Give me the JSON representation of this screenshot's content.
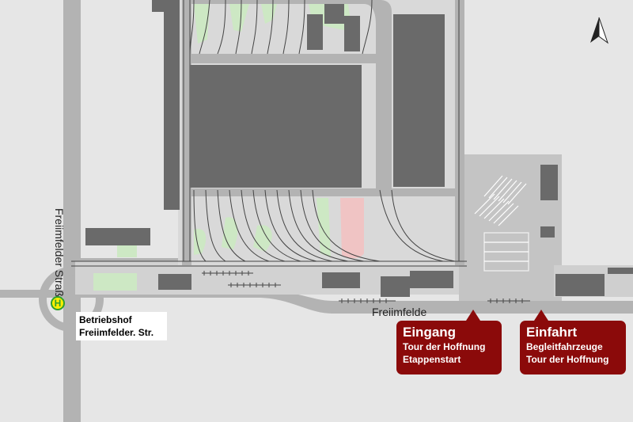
{
  "streets": {
    "vertical": "Freiimfelder Straße",
    "bottom": "Freiimfelde"
  },
  "bus_stop": {
    "symbol": "H",
    "color": "#ffee00"
  },
  "depot_label": {
    "line1": "Betriebshof",
    "line2": "Freiimfelder. Str."
  },
  "callouts": {
    "entrance": {
      "title": "Eingang",
      "line1": "Tour der Hoffnung",
      "line2": "Etappenstart"
    },
    "driveway": {
      "title": "Einfahrt",
      "line1": "Begleitfahrzeuge",
      "line2": "Tour der Hoffnung"
    }
  },
  "north_arrow_icon": "north-arrow-icon",
  "colors": {
    "building": "#6a6a6a",
    "paved": "#b3b3b3",
    "greenery": "#cde8c4",
    "highlight": "#f0c4c4",
    "callout": "#8b0a0a"
  }
}
